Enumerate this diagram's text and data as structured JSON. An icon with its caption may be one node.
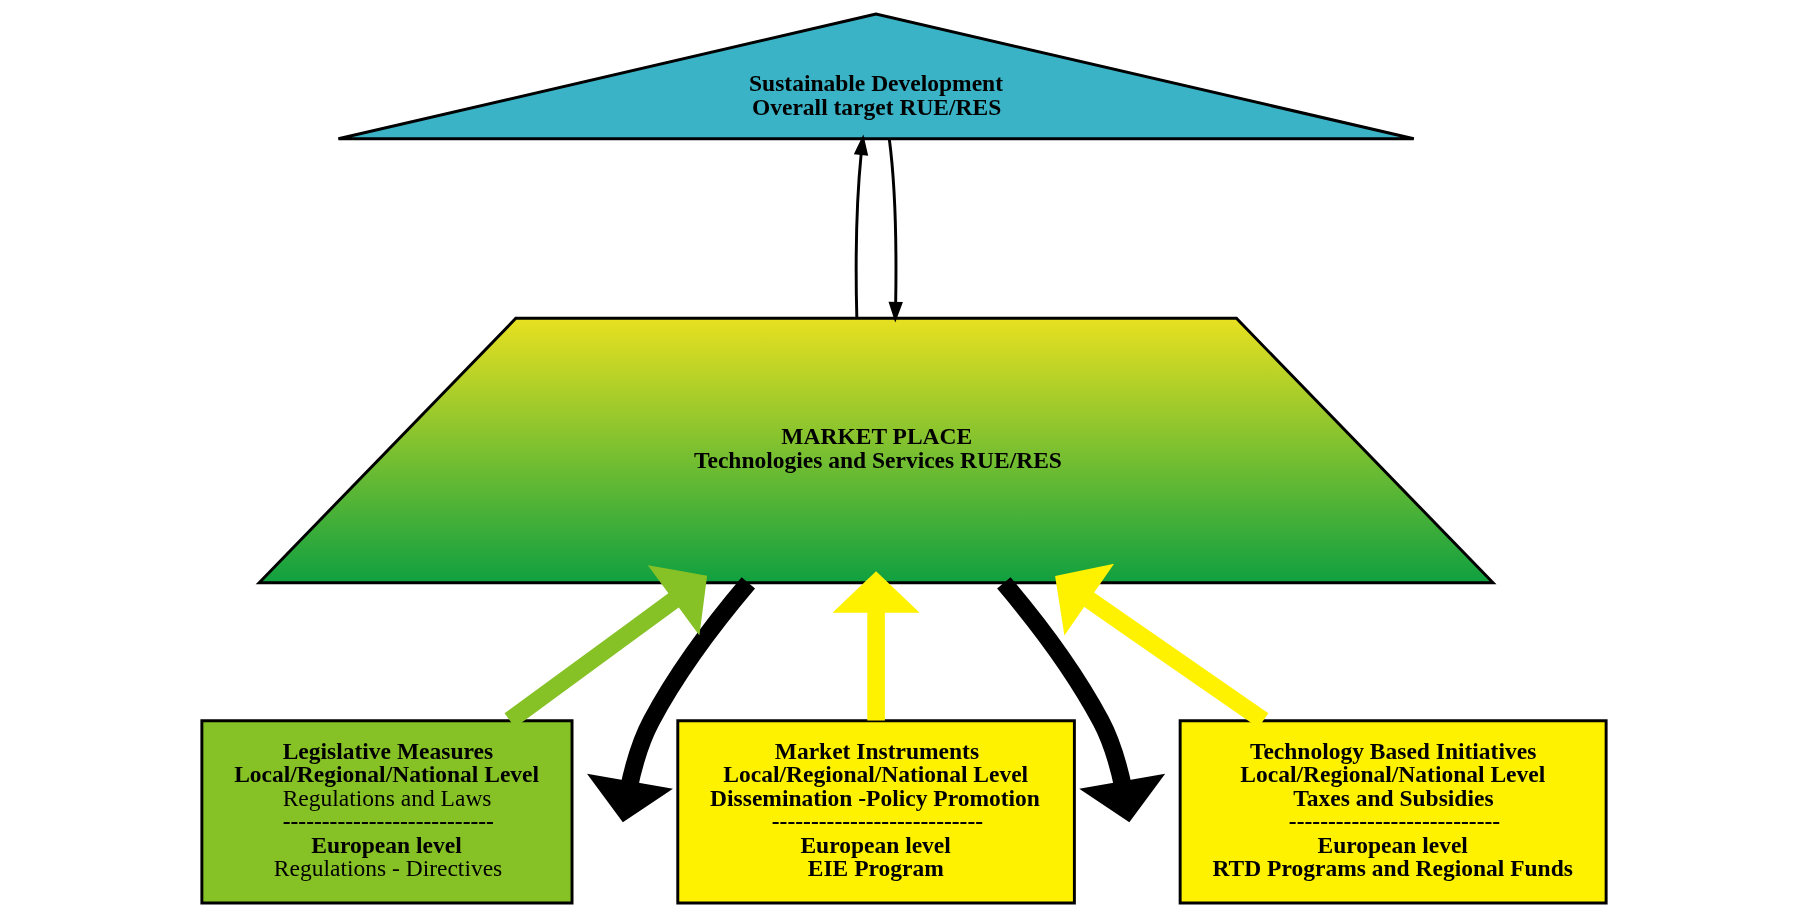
{
  "diagram": {
    "nodes": [
      {
        "text": [
          "Sustainable Development",
          "Overall target RUE/RES"
        ]
      },
      {
        "text": [
          "MARKET PLACE",
          "Technologies and Services RUE/RES"
        ]
      },
      {
        "text": [
          "Legislative Measures",
          "Local/Regional/National Level",
          "Regulations and Laws",
          "---------------------------",
          "European level",
          "Regulations - Directives"
        ]
      },
      {
        "text": [
          "Market Instruments",
          "Local/Regional/National Level",
          "Dissemination -Policy Promotion",
          "---------------------------",
          "European level",
          "EIE Program"
        ]
      },
      {
        "text": [
          "Technology Based Initiatives",
          "Local/Regional/National Level",
          "Taxes and Subsidies",
          "---------------------------",
          "European level",
          "RTD Programs and Regional Funds"
        ]
      }
    ],
    "edges": [
      {
        "from": 1,
        "to": 0,
        "arrow": "to"
      },
      {
        "from": 0,
        "to": 1,
        "arrow": "to"
      },
      {
        "from": 2,
        "to": 1,
        "arrow": "to",
        "color": "#86c226"
      },
      {
        "from": 1,
        "to": null,
        "arrow": "to"
      },
      {
        "from": 3,
        "to": 1,
        "arrow": "to",
        "color": "#fff200"
      },
      {
        "from": 1,
        "to": null,
        "arrow": "to"
      },
      {
        "from": 4,
        "to": 1,
        "arrow": "to",
        "color": "#fff200"
      }
    ]
  }
}
